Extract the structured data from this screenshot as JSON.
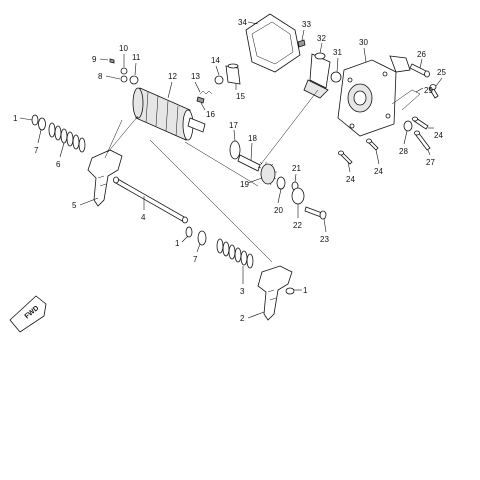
{
  "diagram": {
    "fwd_marker_text": "FWD",
    "callouts": [
      "1",
      "1",
      "1",
      "2",
      "3",
      "4",
      "5",
      "6",
      "7",
      "7",
      "8",
      "9",
      "10",
      "11",
      "12",
      "13",
      "14",
      "15",
      "16",
      "17",
      "18",
      "19",
      "20",
      "21",
      "22",
      "23",
      "24",
      "24",
      "24",
      "25",
      "26",
      "27",
      "28",
      "29",
      "30",
      "31",
      "32",
      "33",
      "34"
    ]
  }
}
